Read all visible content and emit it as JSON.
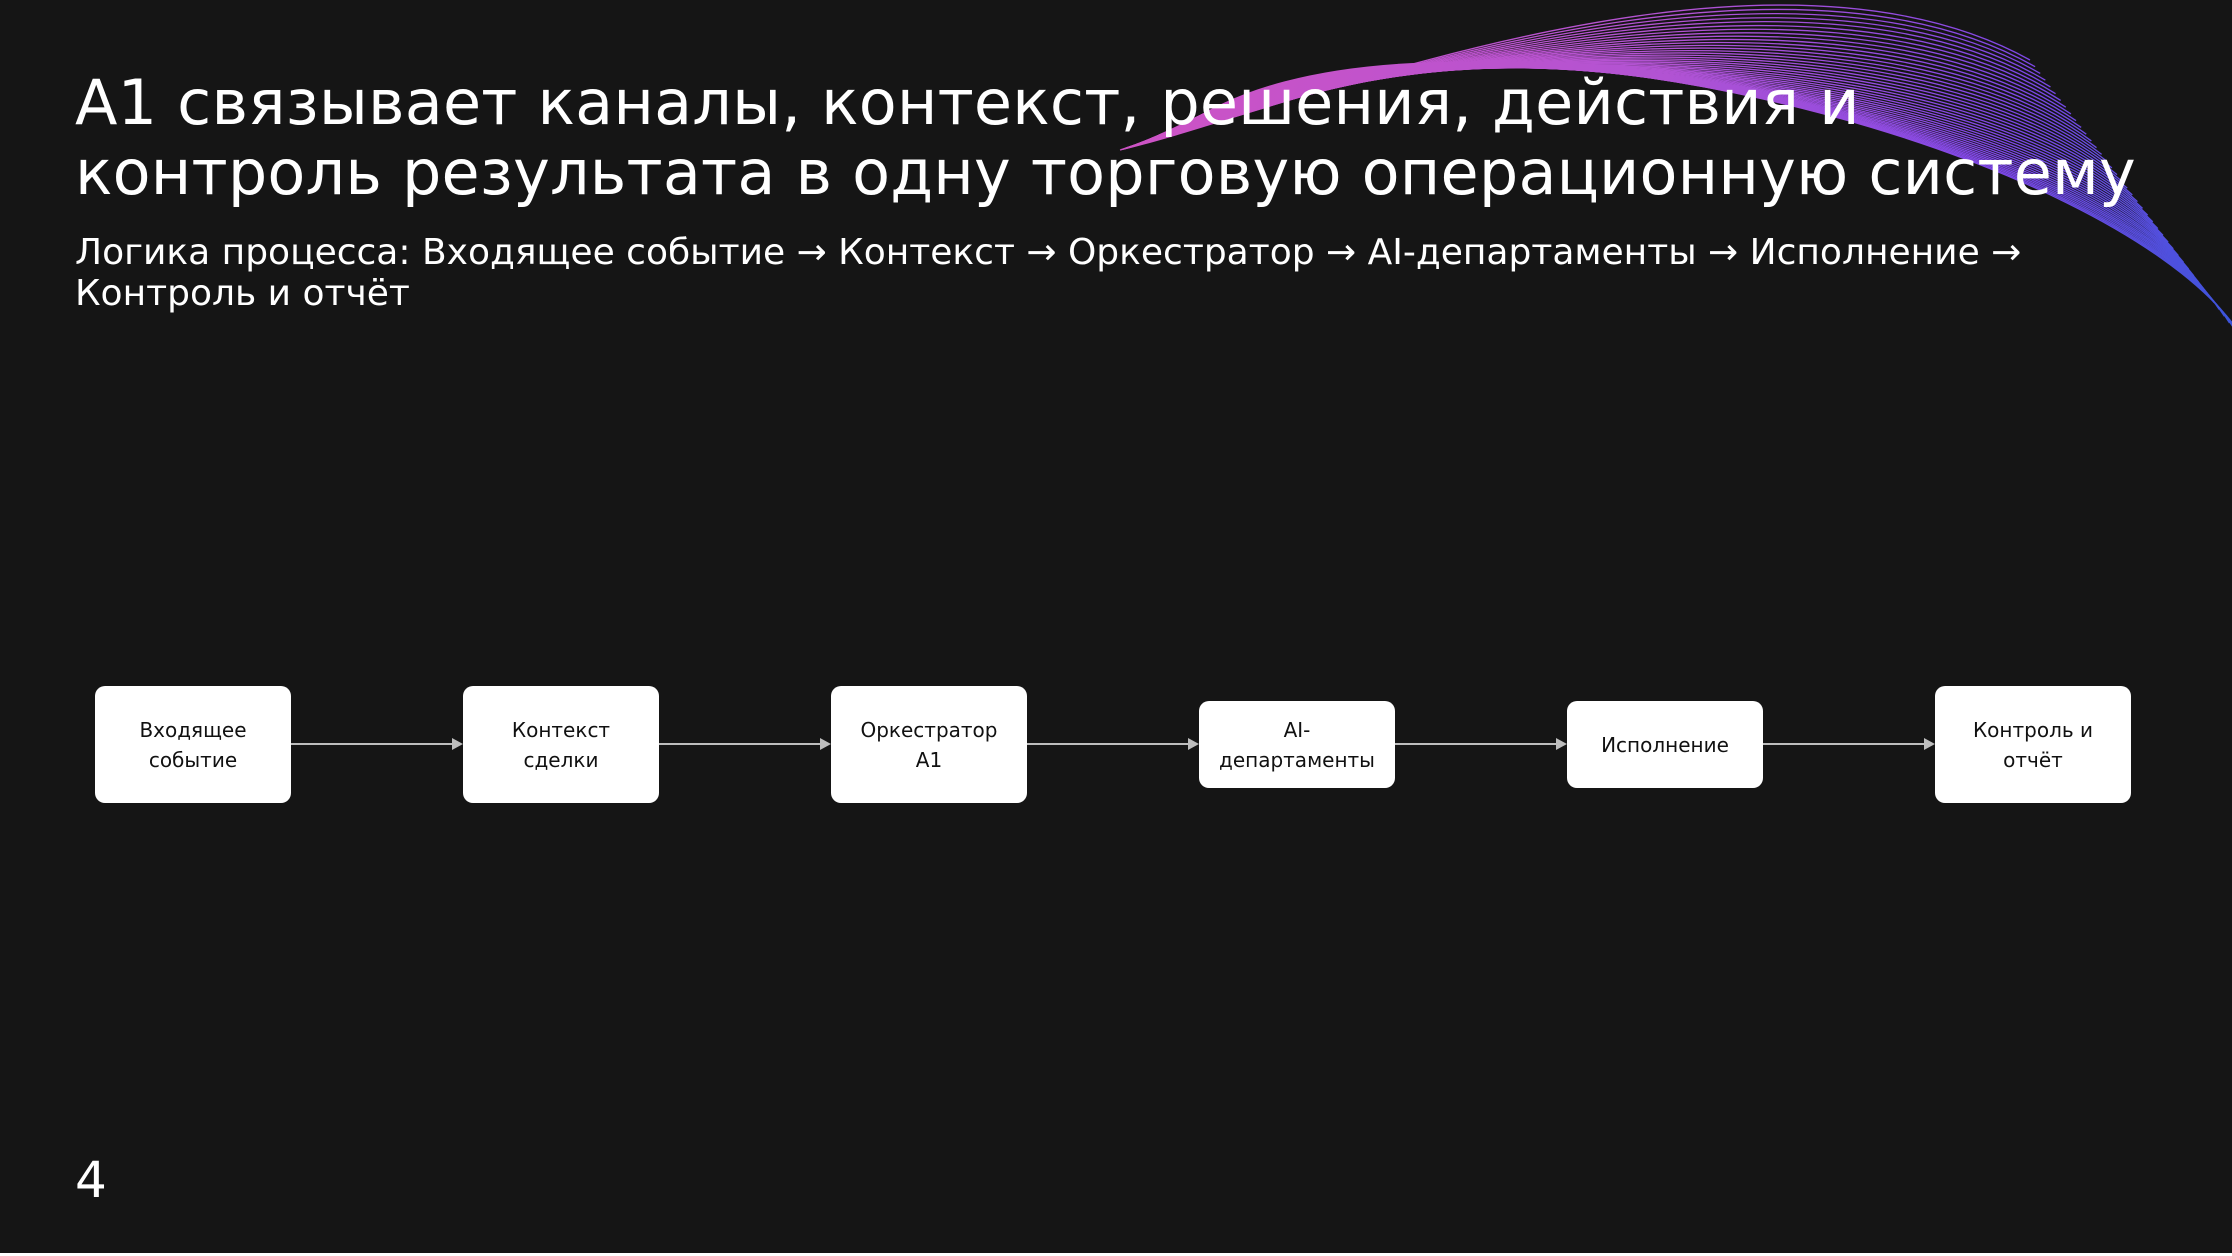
{
  "slide": {
    "title_lines": [
      "A1 связывает каналы, контекст, решения, действия и",
      "контроль результата в одну торговую операционную систему"
    ],
    "subtitle_lines": [
      "Логика процесса: Входящее событие → Контекст → Оркестратор → AI-департаменты → Исполнение →",
      "Контроль и отчёт"
    ],
    "page_number": "4"
  },
  "flow": {
    "nodes": [
      {
        "lines": [
          "Входящее",
          "событие"
        ]
      },
      {
        "lines": [
          "Контекст",
          "сделки"
        ]
      },
      {
        "lines": [
          "Оркестратор",
          "A1"
        ]
      },
      {
        "lines": [
          "AI-",
          "департаменты"
        ]
      },
      {
        "lines": [
          "Исполнение"
        ]
      },
      {
        "lines": [
          "Контроль и",
          "отчёт"
        ]
      }
    ]
  },
  "colors": {
    "background": "#151515",
    "node_fill": "#ffffff",
    "node_text": "#111111",
    "connector": "#bdbdbd",
    "wave_pink": "#e35ad8",
    "wave_violet": "#8a4dff",
    "wave_blue": "#3d5cf0"
  }
}
